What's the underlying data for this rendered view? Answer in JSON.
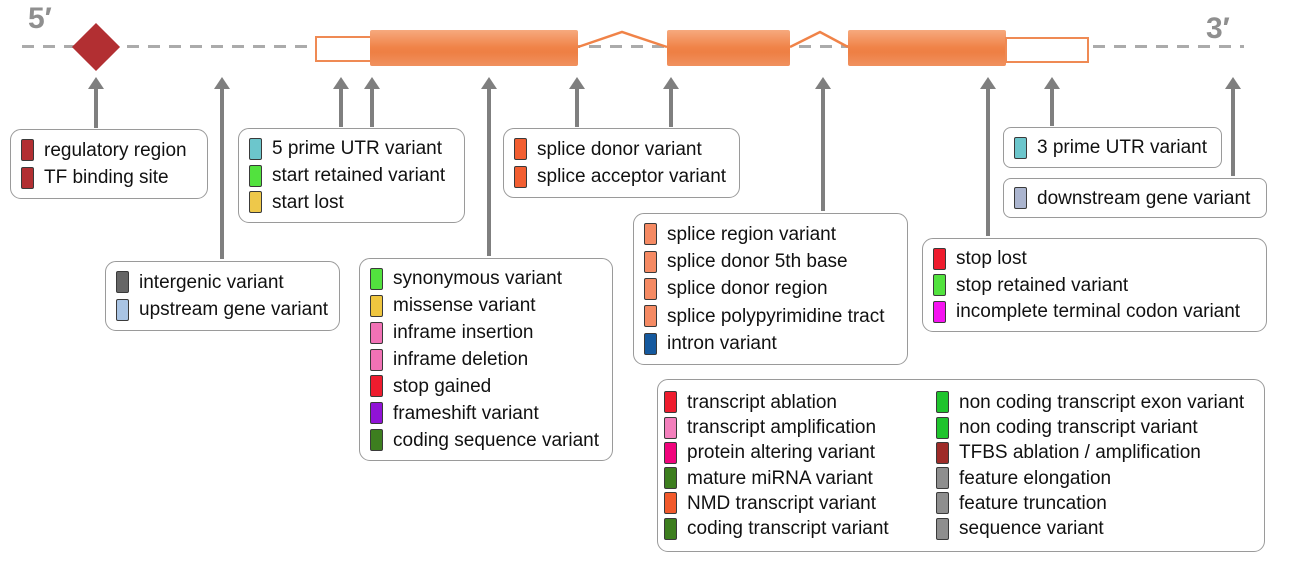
{
  "gene": {
    "five_prime_label": "5′",
    "three_prime_label": "3′"
  },
  "colors": {
    "exon_fill": "#f08348",
    "exon_outline": "#ef8a54",
    "backbone_dash": "#ababab",
    "arrow_gray": "#7f7f7f",
    "regulatory_red": "#b22f32"
  },
  "legend_boxes": {
    "regulatory": {
      "items": [
        {
          "label": "regulatory region",
          "color": "#b22f32"
        },
        {
          "label": "TF binding site",
          "color": "#b22f32"
        }
      ]
    },
    "five_prime_utr": {
      "items": [
        {
          "label": "5 prime UTR variant",
          "color": "#6cc6cc"
        },
        {
          "label": "start retained variant",
          "color": "#52e23e"
        },
        {
          "label": "start lost",
          "color": "#eec84a"
        }
      ]
    },
    "splice_donor": {
      "items": [
        {
          "label": "splice donor variant",
          "color": "#f25e31"
        },
        {
          "label": "splice acceptor variant",
          "color": "#f25e31"
        }
      ]
    },
    "three_prime_utr": {
      "items": [
        {
          "label": "3 prime UTR variant",
          "color": "#6cc6cc"
        }
      ]
    },
    "downstream": {
      "items": [
        {
          "label": "downstream gene variant",
          "color": "#abb5cf"
        }
      ]
    },
    "intergenic": {
      "items": [
        {
          "label": "intergenic variant",
          "color": "#666666"
        },
        {
          "label": "upstream gene variant",
          "color": "#a9c4e4"
        }
      ]
    },
    "coding": {
      "items": [
        {
          "label": "synonymous variant",
          "color": "#52e23e"
        },
        {
          "label": "missense variant",
          "color": "#efc63f"
        },
        {
          "label": "inframe insertion",
          "color": "#f172b5"
        },
        {
          "label": "inframe deletion",
          "color": "#f172b5"
        },
        {
          "label": "stop gained",
          "color": "#ee1c2e"
        },
        {
          "label": "frameshift variant",
          "color": "#9013d6"
        },
        {
          "label": "coding sequence variant",
          "color": "#3d7e1f"
        }
      ]
    },
    "splice_region": {
      "items": [
        {
          "label": "splice region variant",
          "color": "#f58a63"
        },
        {
          "label": "splice donor 5th base",
          "color": "#f58a63"
        },
        {
          "label": "splice donor region",
          "color": "#f58a63"
        },
        {
          "label": "splice polypyrimidine tract",
          "color": "#f58a63"
        },
        {
          "label": "intron variant",
          "color": "#15599e"
        }
      ]
    },
    "stop": {
      "items": [
        {
          "label": "stop lost",
          "color": "#ee1c2e"
        },
        {
          "label": "stop retained variant",
          "color": "#52e23e"
        },
        {
          "label": "incomplete terminal codon variant",
          "color": "#f513f0"
        }
      ]
    },
    "transcript_left": {
      "items": [
        {
          "label": "transcript ablation",
          "color": "#ee1c2e"
        },
        {
          "label": "transcript amplification",
          "color": "#f37fbc"
        },
        {
          "label": "protein altering variant",
          "color": "#f0047c"
        },
        {
          "label": "mature miRNA variant",
          "color": "#3d7e1f"
        },
        {
          "label": "NMD transcript variant",
          "color": "#f1592b"
        },
        {
          "label": "coding transcript variant",
          "color": "#3d7e1f"
        }
      ]
    },
    "transcript_right": {
      "items": [
        {
          "label": "non coding transcript exon variant",
          "color": "#1fc42d"
        },
        {
          "label": "non coding transcript variant",
          "color": "#1fc42d"
        },
        {
          "label": "TFBS ablation / amplification",
          "color": "#9e2b28"
        },
        {
          "label": "feature elongation",
          "color": "#8e8e8e"
        },
        {
          "label": "feature truncation",
          "color": "#8e8e8e"
        },
        {
          "label": "sequence variant",
          "color": "#8e8e8e"
        }
      ]
    }
  }
}
